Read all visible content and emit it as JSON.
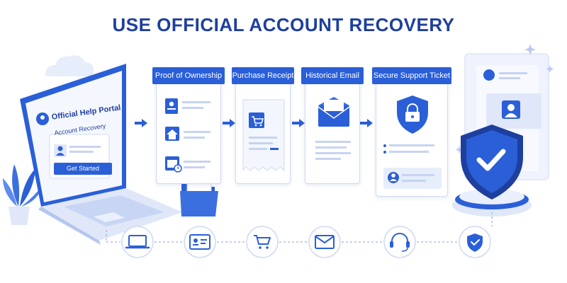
{
  "title": "USE OFFICIAL ACCOUNT RECOVERY",
  "laptop": {
    "portal_label": "Official Help Portal",
    "recovery_label": "Account Recovery",
    "button_label": "Get Started"
  },
  "steps": [
    {
      "label": "Proof of Ownership",
      "icons": [
        "id-card-icon",
        "home-icon",
        "calendar-clock-icon"
      ]
    },
    {
      "label": "Purchase Receipt",
      "icons": [
        "shopping-cart-icon",
        "receipt-icon"
      ]
    },
    {
      "label": "Historical Email",
      "icons": [
        "envelope-icon"
      ]
    },
    {
      "label": "Secure Support Ticket",
      "icons": [
        "padlock-icon",
        "user-card-icon"
      ]
    }
  ],
  "bottom_icons": [
    "laptop-icon",
    "id-card-icon",
    "shopping-cart-icon",
    "envelope-icon",
    "headset-icon",
    "shield-check-icon"
  ],
  "colors": {
    "primary": "#2a5fd8",
    "dark": "#1e3f9e",
    "light": "#e6edfb",
    "line": "#c7d3f1"
  }
}
